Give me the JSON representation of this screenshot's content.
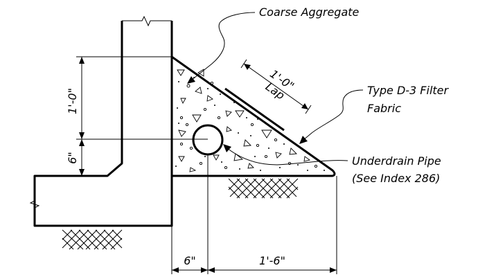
{
  "labels": {
    "coarse_aggregate": "Coarse Aggregate",
    "filter_fabric_line1": "Type D-3 Filter",
    "filter_fabric_line2": "Fabric",
    "underdrain_line1": "Underdrain Pipe",
    "underdrain_line2": "(See Index 286)",
    "lap_value": "1'-0\"",
    "lap_word": "Lap"
  },
  "dimensions": {
    "height_upper": "1'-0\"",
    "height_lower": "6\"",
    "width_left": "6\"",
    "width_right": "1'-6\""
  }
}
